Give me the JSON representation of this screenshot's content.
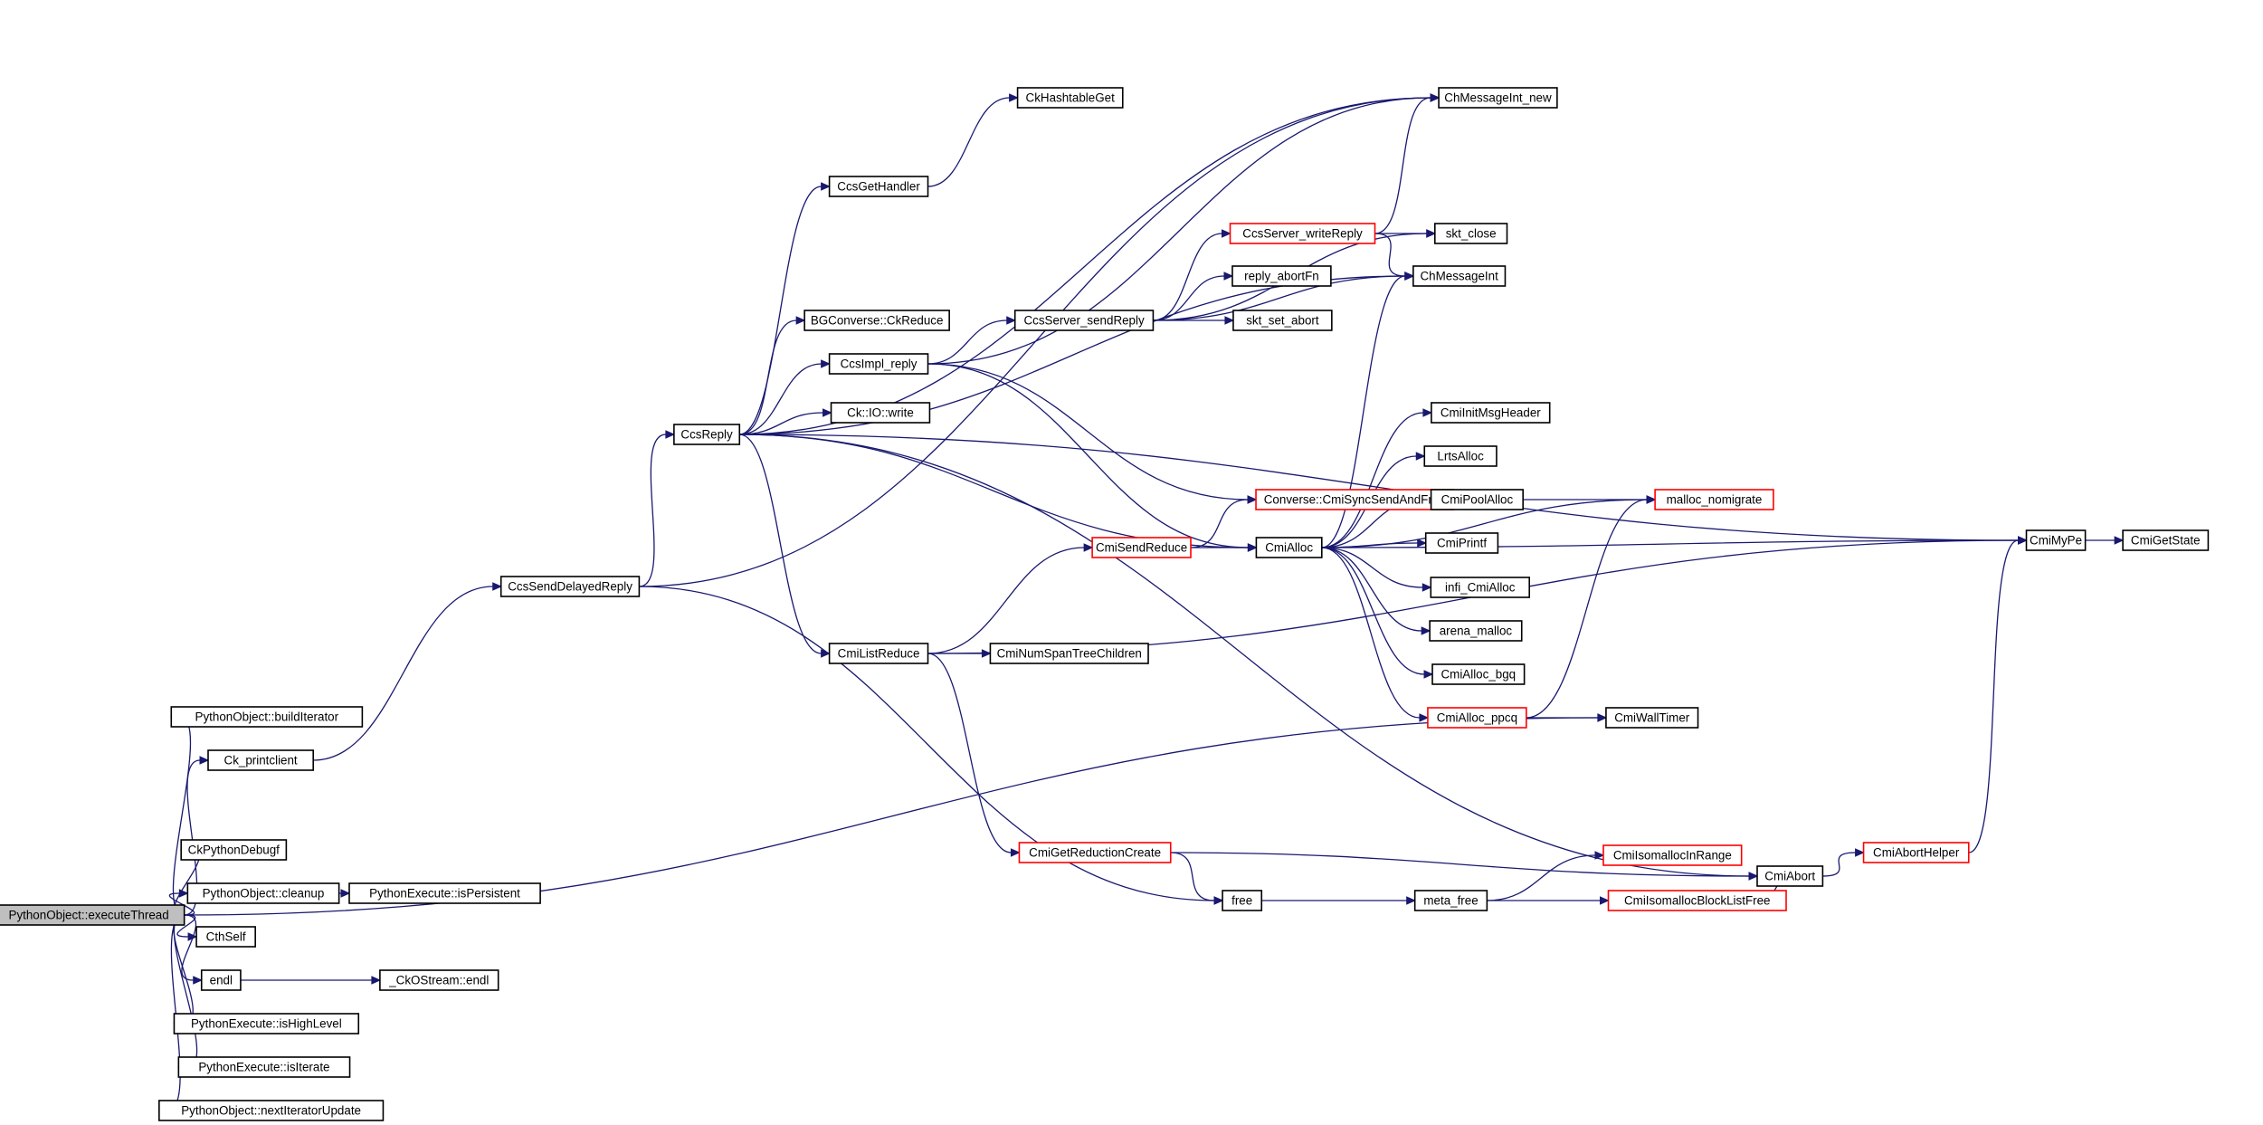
{
  "colors": {
    "edge": "#191970",
    "border_normal": "#000000",
    "border_truncated": "#ff0000",
    "root_fill": "#bfbfbf"
  },
  "nodes": [
    {
      "id": "pyExec",
      "label": "PythonObject::executeThread",
      "style": "root"
    },
    {
      "id": "buildIter",
      "label": "PythonObject::buildIterator",
      "style": "normal"
    },
    {
      "id": "ckPrintclient",
      "label": "Ck_printclient",
      "style": "normal"
    },
    {
      "id": "ckPythonDebugf",
      "label": "CkPythonDebugf",
      "style": "normal"
    },
    {
      "id": "cleanup",
      "label": "PythonObject::cleanup",
      "style": "normal"
    },
    {
      "id": "isPersistent",
      "label": "PythonExecute::isPersistent",
      "style": "normal"
    },
    {
      "id": "cthSelf",
      "label": "CthSelf",
      "style": "normal"
    },
    {
      "id": "endl",
      "label": "endl",
      "style": "normal"
    },
    {
      "id": "ckOStreamEndl",
      "label": "_CkOStream::endl",
      "style": "normal"
    },
    {
      "id": "isHighLevel",
      "label": "PythonExecute::isHighLevel",
      "style": "normal"
    },
    {
      "id": "isIterate",
      "label": "PythonExecute::isIterate",
      "style": "normal"
    },
    {
      "id": "nextIter",
      "label": "PythonObject::nextIteratorUpdate",
      "style": "normal"
    },
    {
      "id": "ccsSendDelayed",
      "label": "CcsSendDelayedReply",
      "style": "normal"
    },
    {
      "id": "ccsReply",
      "label": "CcsReply",
      "style": "normal"
    },
    {
      "id": "ccsGetHandler",
      "label": "CcsGetHandler",
      "style": "normal"
    },
    {
      "id": "ckHashGet",
      "label": "CkHashtableGet",
      "style": "normal"
    },
    {
      "id": "bgCkReduce",
      "label": "BGConverse::CkReduce",
      "style": "normal"
    },
    {
      "id": "ccsImplReply",
      "label": "CcsImpl_reply",
      "style": "normal"
    },
    {
      "id": "ckIoWrite",
      "label": "Ck::IO::write",
      "style": "normal"
    },
    {
      "id": "cmiListReduce",
      "label": "CmiListReduce",
      "style": "normal"
    },
    {
      "id": "cmiNumSpan",
      "label": "CmiNumSpanTreeChildren",
      "style": "normal"
    },
    {
      "id": "cmiSendReduce",
      "label": "CmiSendReduce",
      "style": "truncated"
    },
    {
      "id": "cmiSyncSend",
      "label": "Converse::CmiSyncSendAndFree",
      "style": "truncated"
    },
    {
      "id": "ccsServerSendReply",
      "label": "CcsServer_sendReply",
      "style": "normal"
    },
    {
      "id": "ccsServerWriteReply",
      "label": "CcsServer_writeReply",
      "style": "truncated"
    },
    {
      "id": "replyAbortFn",
      "label": "reply_abortFn",
      "style": "normal"
    },
    {
      "id": "sktSetAbort",
      "label": "skt_set_abort",
      "style": "normal"
    },
    {
      "id": "sktClose",
      "label": "skt_close",
      "style": "normal"
    },
    {
      "id": "chMsgIntNew",
      "label": "ChMessageInt_new",
      "style": "normal"
    },
    {
      "id": "chMsgInt",
      "label": "ChMessageInt",
      "style": "normal"
    },
    {
      "id": "cmiAlloc",
      "label": "CmiAlloc",
      "style": "normal"
    },
    {
      "id": "cmiInitMsgHeader",
      "label": "CmiInitMsgHeader",
      "style": "normal"
    },
    {
      "id": "lrtsAlloc",
      "label": "LrtsAlloc",
      "style": "normal"
    },
    {
      "id": "cmiPoolAlloc",
      "label": "CmiPoolAlloc",
      "style": "normal"
    },
    {
      "id": "mallocNomigrate",
      "label": "malloc_nomigrate",
      "style": "truncated"
    },
    {
      "id": "cmiPrintf",
      "label": "CmiPrintf",
      "style": "normal"
    },
    {
      "id": "infiCmiAlloc",
      "label": "infi_CmiAlloc",
      "style": "normal"
    },
    {
      "id": "arenaMalloc",
      "label": "arena_malloc",
      "style": "normal"
    },
    {
      "id": "cmiAllocBgq",
      "label": "CmiAlloc_bgq",
      "style": "normal"
    },
    {
      "id": "cmiAllocPpcq",
      "label": "CmiAlloc_ppcq",
      "style": "truncated"
    },
    {
      "id": "cmiWallTimer",
      "label": "CmiWallTimer",
      "style": "normal"
    },
    {
      "id": "cmiGetRedCreate",
      "label": "CmiGetReductionCreate",
      "style": "truncated"
    },
    {
      "id": "free",
      "label": "free",
      "style": "normal"
    },
    {
      "id": "metaFree",
      "label": "meta_free",
      "style": "normal"
    },
    {
      "id": "cmiIsoInRange",
      "label": "CmiIsomallocInRange",
      "style": "truncated"
    },
    {
      "id": "cmiIsoBlockFree",
      "label": "CmiIsomallocBlockListFree",
      "style": "truncated"
    },
    {
      "id": "cmiAbort",
      "label": "CmiAbort",
      "style": "normal"
    },
    {
      "id": "cmiAbortHelper",
      "label": "CmiAbortHelper",
      "style": "truncated"
    },
    {
      "id": "cmiMyPe",
      "label": "CmiMyPe",
      "style": "normal"
    },
    {
      "id": "cmiGetState",
      "label": "CmiGetState",
      "style": "normal"
    }
  ],
  "edges": [
    {
      "from": "pyExec",
      "to": "buildIter"
    },
    {
      "from": "pyExec",
      "to": "ckPrintclient"
    },
    {
      "from": "pyExec",
      "to": "cmiWallTimer"
    },
    {
      "from": "pyExec",
      "to": "ckPythonDebugf"
    },
    {
      "from": "pyExec",
      "to": "cleanup"
    },
    {
      "from": "pyExec",
      "to": "cthSelf"
    },
    {
      "from": "pyExec",
      "to": "endl"
    },
    {
      "from": "pyExec",
      "to": "isHighLevel"
    },
    {
      "from": "pyExec",
      "to": "isIterate"
    },
    {
      "from": "pyExec",
      "to": "nextIter"
    },
    {
      "from": "cleanup",
      "to": "isPersistent"
    },
    {
      "from": "endl",
      "to": "ckOStreamEndl"
    },
    {
      "from": "ckPrintclient",
      "to": "ccsSendDelayed"
    },
    {
      "from": "ccsSendDelayed",
      "to": "ccsReply"
    },
    {
      "from": "ccsSendDelayed",
      "to": "chMsgIntNew"
    },
    {
      "from": "ccsSendDelayed",
      "to": "free"
    },
    {
      "from": "ccsReply",
      "to": "ccsGetHandler"
    },
    {
      "from": "ccsReply",
      "to": "bgCkReduce"
    },
    {
      "from": "ccsReply",
      "to": "ccsImplReply"
    },
    {
      "from": "ccsReply",
      "to": "ckIoWrite"
    },
    {
      "from": "ccsReply",
      "to": "cmiListReduce"
    },
    {
      "from": "ccsReply",
      "to": "chMsgIntNew"
    },
    {
      "from": "ccsReply",
      "to": "chMsgInt"
    },
    {
      "from": "ccsReply",
      "to": "cmiMyPe"
    },
    {
      "from": "ccsReply",
      "to": "cmiAlloc"
    },
    {
      "from": "ccsReply",
      "to": "cmiAbort"
    },
    {
      "from": "ccsGetHandler",
      "to": "ckHashGet"
    },
    {
      "from": "ccsImplReply",
      "to": "chMsgIntNew"
    },
    {
      "from": "ccsImplReply",
      "to": "ccsServerSendReply"
    },
    {
      "from": "ccsImplReply",
      "to": "cmiSyncSend"
    },
    {
      "from": "ccsImplReply",
      "to": "cmiAlloc"
    },
    {
      "from": "ccsServerSendReply",
      "to": "ccsServerWriteReply"
    },
    {
      "from": "ccsServerSendReply",
      "to": "replyAbortFn"
    },
    {
      "from": "ccsServerSendReply",
      "to": "sktSetAbort"
    },
    {
      "from": "ccsServerSendReply",
      "to": "sktClose"
    },
    {
      "from": "ccsServerSendReply",
      "to": "chMsgInt"
    },
    {
      "from": "ccsServerWriteReply",
      "to": "chMsgIntNew"
    },
    {
      "from": "ccsServerWriteReply",
      "to": "sktClose"
    },
    {
      "from": "ccsServerWriteReply",
      "to": "chMsgInt"
    },
    {
      "from": "cmiListReduce",
      "to": "cmiNumSpan"
    },
    {
      "from": "cmiListReduce",
      "to": "cmiSendReduce"
    },
    {
      "from": "cmiListReduce",
      "to": "cmiGetRedCreate"
    },
    {
      "from": "cmiListReduce",
      "to": "cmiMyPe"
    },
    {
      "from": "cmiSendReduce",
      "to": "cmiSyncSend"
    },
    {
      "from": "cmiSendReduce",
      "to": "cmiAlloc"
    },
    {
      "from": "cmiAlloc",
      "to": "cmiInitMsgHeader"
    },
    {
      "from": "cmiAlloc",
      "to": "lrtsAlloc"
    },
    {
      "from": "cmiAlloc",
      "to": "cmiPoolAlloc"
    },
    {
      "from": "cmiAlloc",
      "to": "cmiPrintf"
    },
    {
      "from": "cmiAlloc",
      "to": "infiCmiAlloc"
    },
    {
      "from": "cmiAlloc",
      "to": "arenaMalloc"
    },
    {
      "from": "cmiAlloc",
      "to": "cmiAllocBgq"
    },
    {
      "from": "cmiAlloc",
      "to": "cmiAllocPpcq"
    },
    {
      "from": "cmiAlloc",
      "to": "mallocNomigrate"
    },
    {
      "from": "cmiAlloc",
      "to": "chMsgInt"
    },
    {
      "from": "cmiAlloc",
      "to": "cmiMyPe"
    },
    {
      "from": "cmiPoolAlloc",
      "to": "mallocNomigrate"
    },
    {
      "from": "cmiAllocPpcq",
      "to": "cmiWallTimer"
    },
    {
      "from": "cmiAllocPpcq",
      "to": "mallocNomigrate"
    },
    {
      "from": "cmiGetRedCreate",
      "to": "free"
    },
    {
      "from": "cmiGetRedCreate",
      "to": "cmiAbort"
    },
    {
      "from": "free",
      "to": "metaFree"
    },
    {
      "from": "metaFree",
      "to": "cmiIsoInRange"
    },
    {
      "from": "metaFree",
      "to": "cmiIsoBlockFree"
    },
    {
      "from": "cmiIsoBlockFree",
      "to": "cmiAbort"
    },
    {
      "from": "cmiAbort",
      "to": "cmiAbortHelper"
    },
    {
      "from": "cmiAbortHelper",
      "to": "cmiMyPe"
    },
    {
      "from": "cmiMyPe",
      "to": "cmiGetState"
    }
  ]
}
